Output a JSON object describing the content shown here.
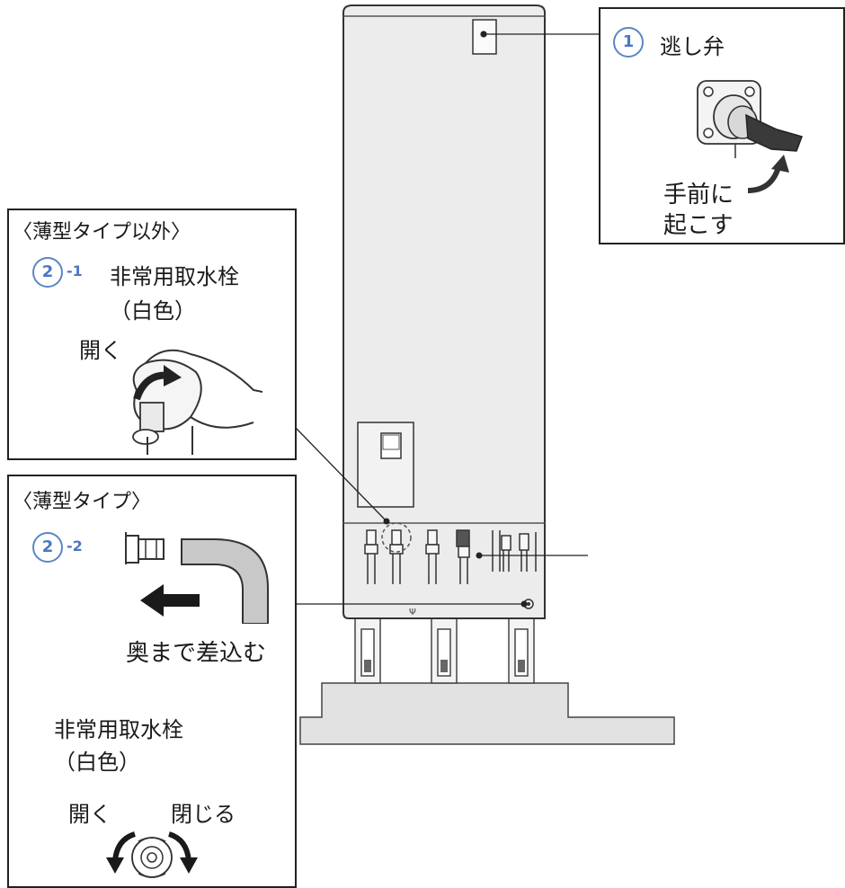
{
  "colors": {
    "accent_number": "#4a78c0",
    "tank_body": "#eeeeee",
    "ground": "#e2e2e2",
    "outline": "#222222"
  },
  "icons": [
    "valve-lever-icon",
    "faucet-hand-icon",
    "push-arrow-icon",
    "rotate-arrows-icon"
  ],
  "relief_valve": {
    "number": "1",
    "label": "逃し弁",
    "instruction_line1": "手前に",
    "instruction_line2": "起こす"
  },
  "standard_type": {
    "heading": "〈薄型タイプ以外〉",
    "number": "2",
    "suffix": "-1",
    "tap_label": "非常用取水栓",
    "tap_color": "（白色）",
    "open_label": "開く"
  },
  "slim_type": {
    "heading": "〈薄型タイプ〉",
    "number": "2",
    "suffix": "-2",
    "insert_label": "奥まで差込む",
    "tap_label": "非常用取水栓",
    "tap_color": "（白色）",
    "open_label": "開く",
    "close_label": "閉じる"
  }
}
